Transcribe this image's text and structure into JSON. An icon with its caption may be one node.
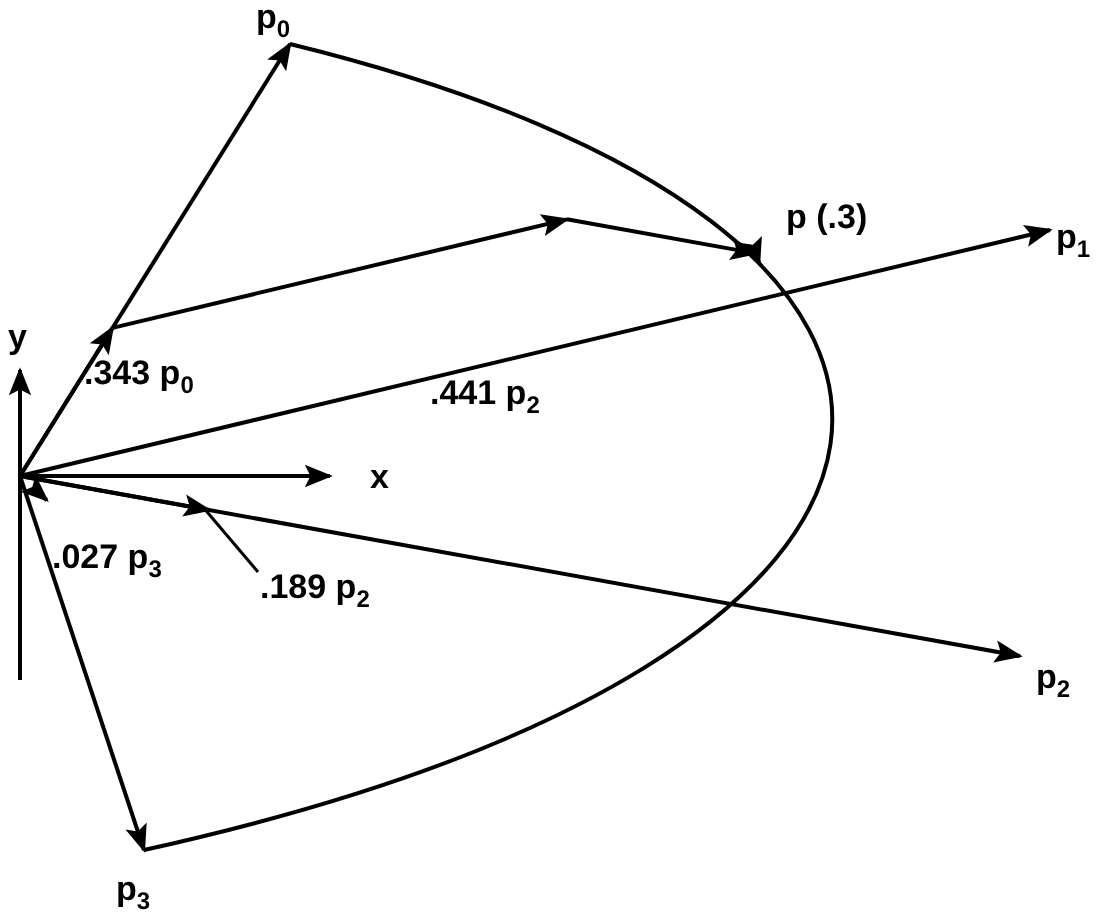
{
  "diagram": {
    "nodes": [
      {
        "text": [
          ".189 p$_{2}$"
        ]
      },
      {
        "text": [],
        "shape": "arrow"
      }
    ],
    "edges": [
      {
        "from": 0,
        "to": 1,
        "arrow": "none"
      }
    ],
    "labels": [
      "p$_{0}$",
      "y",
      "p (.3)",
      "p$_{1}$",
      ".343 p$_{0}$",
      ".441 p$_{2}$",
      "x",
      ".027 p$_{3}$",
      "p$_{2}$",
      "p$_{3}$"
    ]
  }
}
